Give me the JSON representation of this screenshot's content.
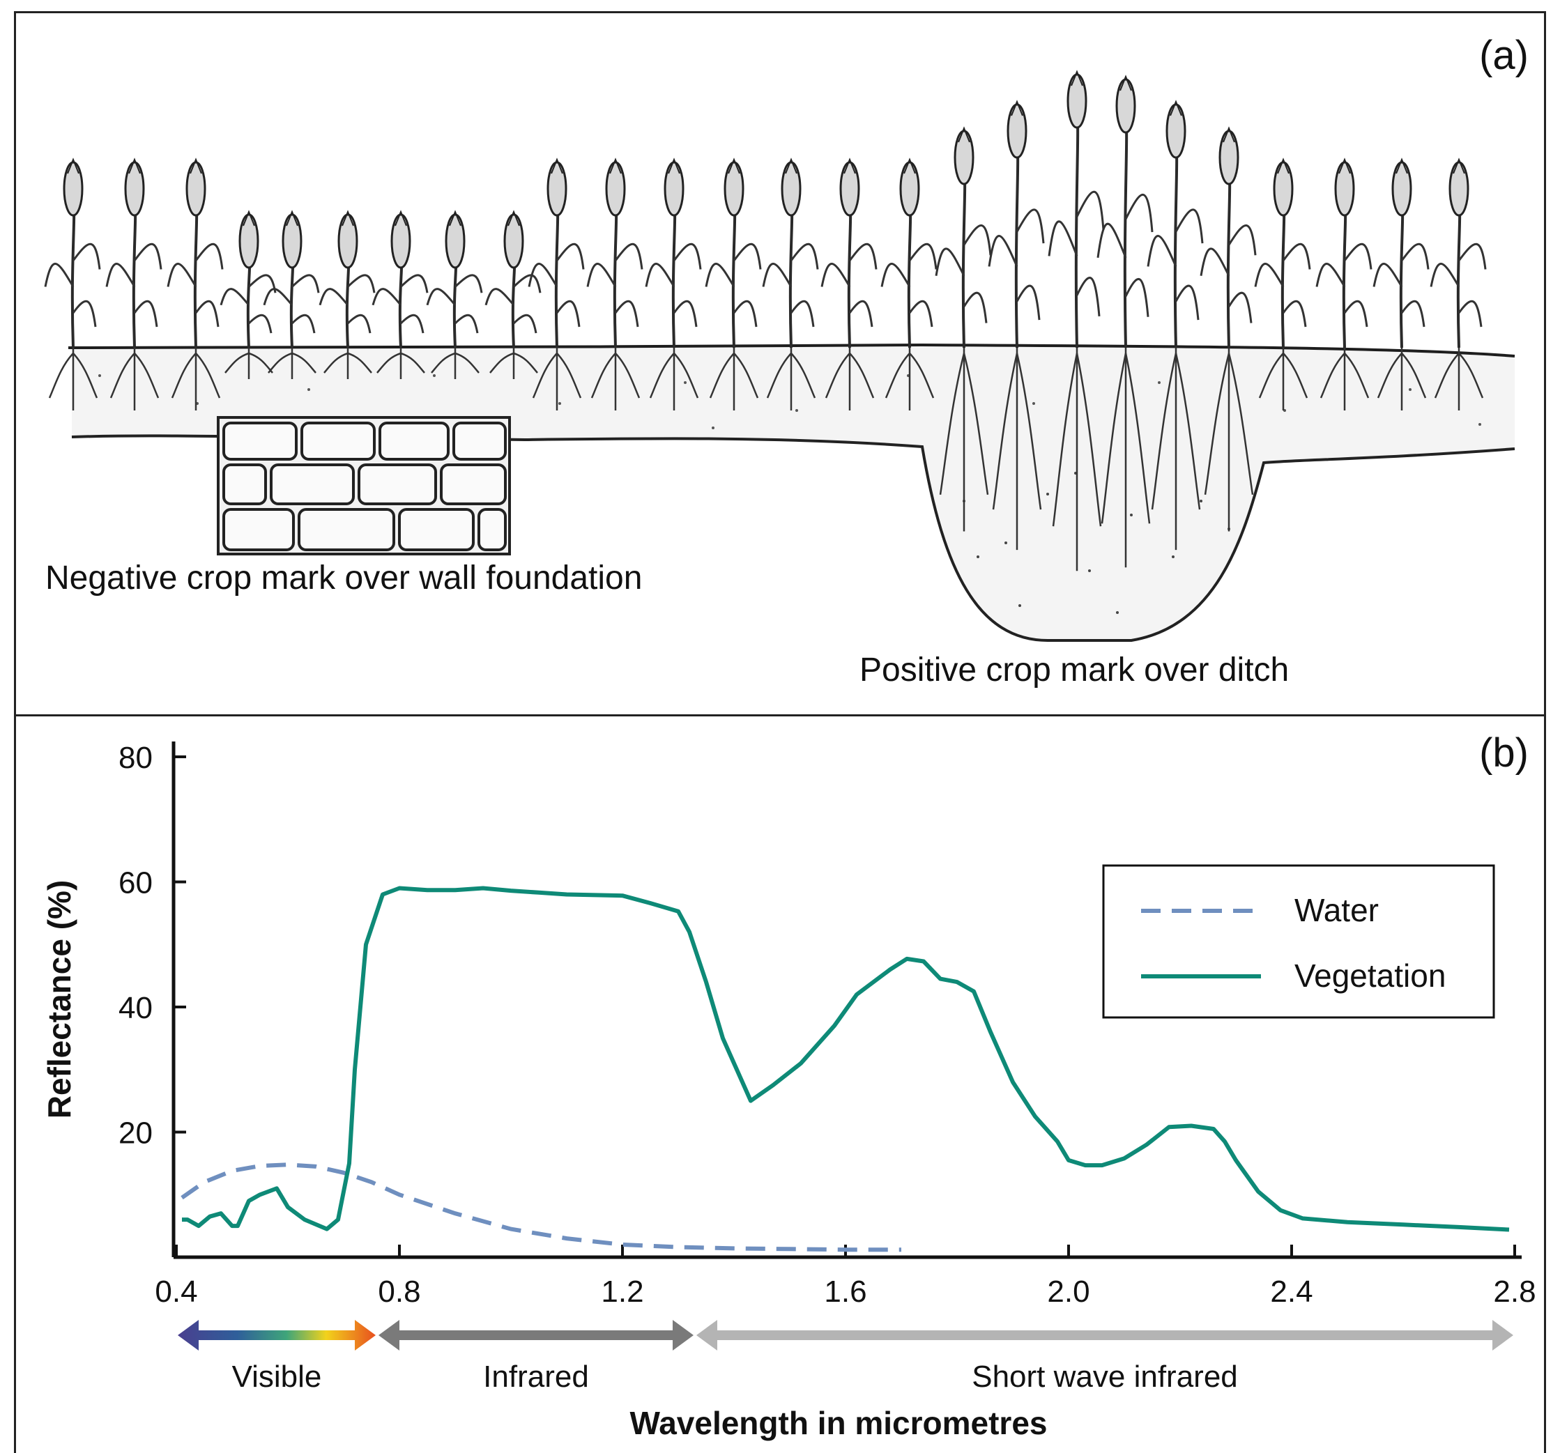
{
  "panel_a": {
    "tag": "(a)",
    "label_negative": "Negative crop mark over wall foundation",
    "label_positive": "Positive crop mark over ditch"
  },
  "panel_b": {
    "tag": "(b)"
  },
  "chart_data": {
    "type": "line",
    "title": "",
    "xlabel": "Wavelength in micrometres",
    "ylabel": "Reflectance (%)",
    "xlim": [
      0.4,
      2.8
    ],
    "ylim": [
      0,
      80
    ],
    "x_ticks": [
      "0.4",
      "0.8",
      "1.2",
      "1.6",
      "2.0",
      "2.4",
      "2.8"
    ],
    "y_ticks": [
      "20",
      "40",
      "60",
      "80"
    ],
    "grid": false,
    "legend_position": "top-right",
    "series": [
      {
        "name": "Water",
        "style": "dashed",
        "color": "#6f8fbf",
        "x": [
          0.41,
          0.45,
          0.5,
          0.55,
          0.6,
          0.65,
          0.7,
          0.75,
          0.8,
          0.9,
          1.0,
          1.1,
          1.2,
          1.3,
          1.4,
          1.5,
          1.6,
          1.7
        ],
        "y": [
          9.5,
          12,
          13.8,
          14.6,
          14.8,
          14.5,
          13.5,
          12,
          10,
          7,
          4.5,
          3,
          2,
          1.6,
          1.4,
          1.3,
          1.2,
          1.2
        ]
      },
      {
        "name": "Vegetation",
        "style": "solid",
        "color": "#0e8a77",
        "x": [
          0.41,
          0.42,
          0.44,
          0.46,
          0.48,
          0.5,
          0.51,
          0.53,
          0.55,
          0.58,
          0.6,
          0.63,
          0.67,
          0.69,
          0.71,
          0.72,
          0.74,
          0.77,
          0.8,
          0.85,
          0.9,
          0.95,
          1.0,
          1.05,
          1.1,
          1.2,
          1.25,
          1.3,
          1.32,
          1.35,
          1.38,
          1.43,
          1.47,
          1.52,
          1.58,
          1.62,
          1.68,
          1.71,
          1.74,
          1.77,
          1.8,
          1.83,
          1.86,
          1.9,
          1.94,
          1.98,
          2.0,
          2.03,
          2.06,
          2.1,
          2.14,
          2.18,
          2.22,
          2.26,
          2.28,
          2.3,
          2.34,
          2.38,
          2.42,
          2.5,
          2.6,
          2.7,
          2.79
        ],
        "y": [
          6,
          6,
          5,
          6.5,
          7,
          5,
          5,
          9,
          10,
          11,
          8,
          6,
          4.5,
          6,
          15,
          30,
          50,
          58,
          59,
          58.7,
          58.7,
          59,
          58.6,
          58.3,
          58,
          57.8,
          56.6,
          55.3,
          52,
          44,
          35,
          25,
          27.5,
          31,
          37,
          42,
          46,
          47.7,
          47.3,
          44.5,
          44,
          42.5,
          36,
          28,
          22.5,
          18.5,
          15.5,
          14.7,
          14.7,
          15.8,
          18,
          20.8,
          21,
          20.5,
          18.5,
          15.5,
          10.5,
          7.5,
          6.2,
          5.6,
          5.2,
          4.8,
          4.4
        ]
      }
    ],
    "bands": [
      {
        "label": "Visible",
        "from": 0.4,
        "to": 0.76
      },
      {
        "label": "Infrared",
        "from": 0.76,
        "to": 1.33
      },
      {
        "label": "Short wave infrared",
        "from": 1.33,
        "to": 2.8
      }
    ]
  }
}
